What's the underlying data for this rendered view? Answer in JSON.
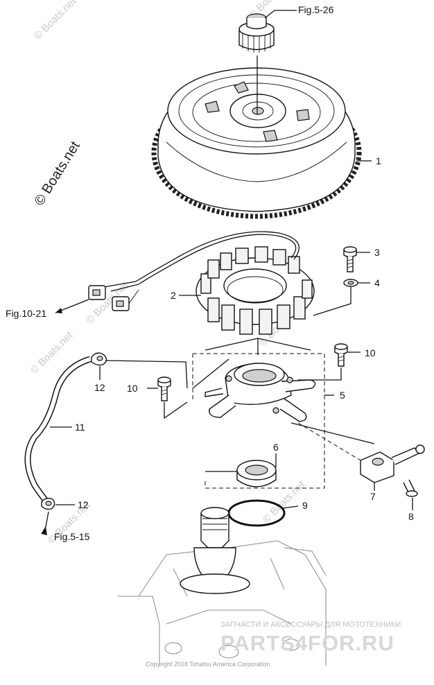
{
  "watermarks": {
    "brand": "© Boats.net",
    "side_brand": "© Boats.net",
    "footer_brand": "PARTS4FOR.RU",
    "footer_tagline": "ЗАПЧАСТИ И АКСЕССУАРЫ ДЛЯ МОТОТЕХНИКИ",
    "copyright": "Copyright 2018 Tohatsu America Corporation"
  },
  "figure_refs": {
    "top": "Fig.5-26",
    "left": "Fig.10-21",
    "bottom": "Fig.5-15"
  },
  "callouts": {
    "c1": "1",
    "c2": "2",
    "c3": "3",
    "c4": "4",
    "c5": "5",
    "c6": "6",
    "c7": "7",
    "c8": "8",
    "c9": "9",
    "c10a": "10",
    "c10b": "10",
    "c11": "11",
    "c12a": "12",
    "c12b": "12"
  }
}
